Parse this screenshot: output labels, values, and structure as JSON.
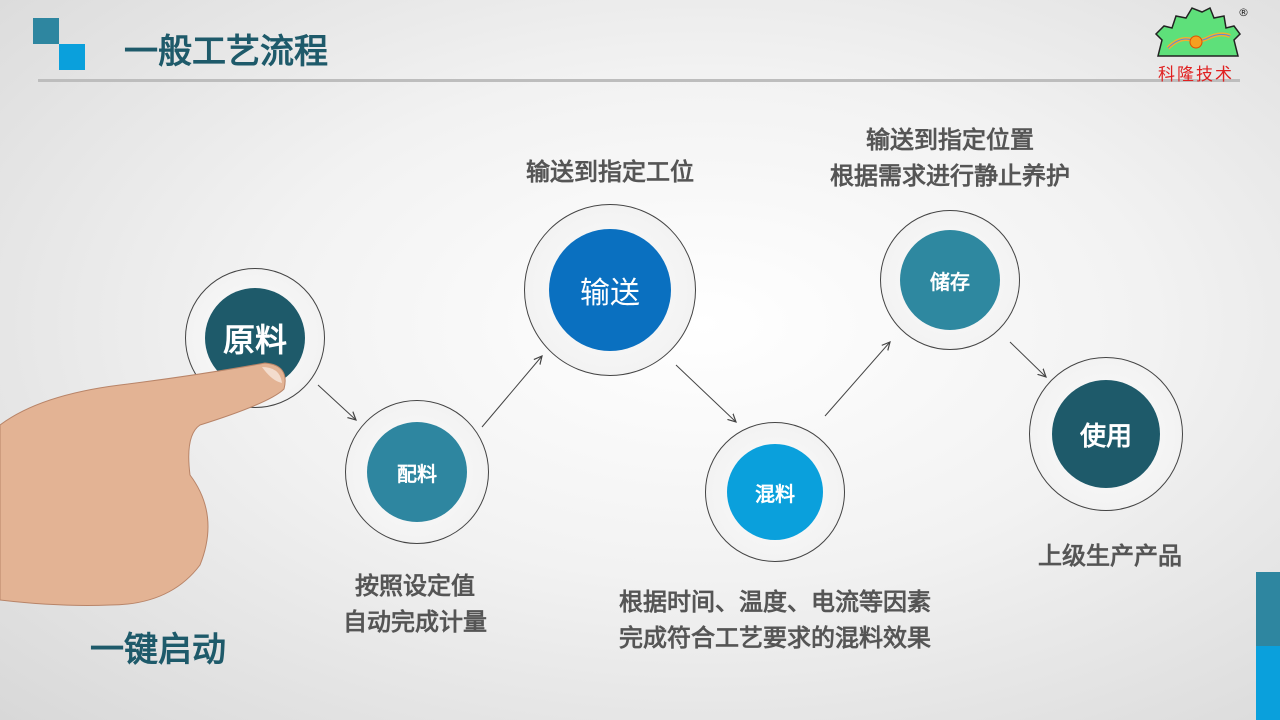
{
  "header": {
    "title": "一般工艺流程",
    "logo_text": "科隆技术",
    "logo_mark": "®"
  },
  "steps": [
    {
      "label": "原料",
      "color": "#1e5a6a"
    },
    {
      "label": "配料",
      "color": "#2e86a0"
    },
    {
      "label": "输送",
      "color": "#0a70c0"
    },
    {
      "label": "混料",
      "color": "#0aa0dc"
    },
    {
      "label": "储存",
      "color": "#2e88a0"
    },
    {
      "label": "使用",
      "color": "#1e5a6a"
    }
  ],
  "notes": {
    "peiliao": [
      "按照设定值",
      "自动完成计量"
    ],
    "shusong": [
      "输送到指定工位"
    ],
    "hunliao": [
      "根据时间、温度、电流等因素",
      "完成符合工艺要求的混料效果"
    ],
    "chucun": [
      "输送到指定位置",
      "根据需求进行静止养护"
    ],
    "shiyong": [
      "上级生产产品"
    ]
  },
  "start_label": "一键启动"
}
